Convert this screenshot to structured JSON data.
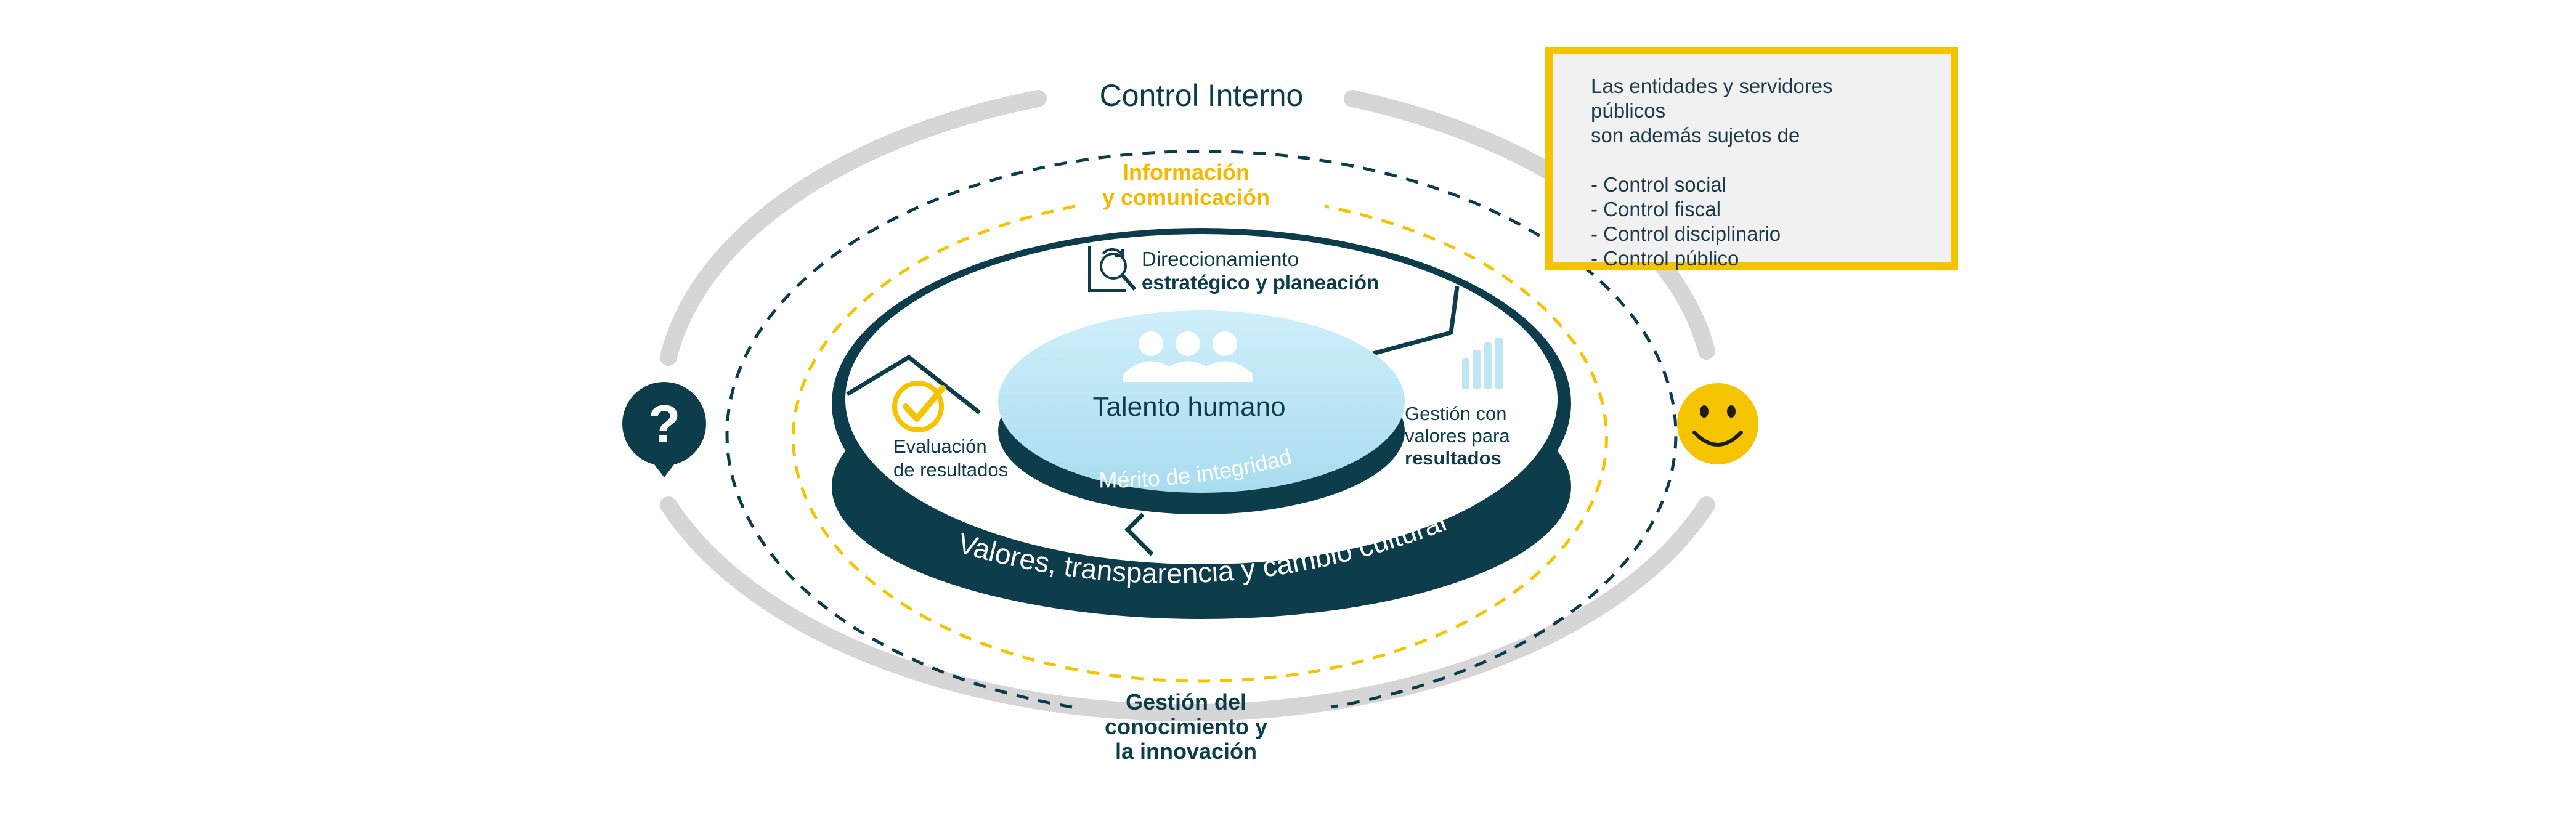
{
  "diagram": {
    "outer_title": "Control Interno",
    "info_label": [
      "Información",
      "y comunicación"
    ],
    "knowledge_label": [
      "Gestión del",
      "conocimiento y",
      "la innovación"
    ],
    "center_label": "Talento humano",
    "inner_ring_label": "Mérito de integridad",
    "outer_ring_label": "Valores, transparencia  y cambio cultural",
    "direccionamiento": {
      "line1": "Direccionamiento",
      "line2": "estratégico y planeación"
    },
    "evaluacion": {
      "line1": "Evaluación",
      "line2": "de resultados"
    },
    "gestion": {
      "line1": "Gestión con",
      "line2": "valores para",
      "line3": "resultados"
    },
    "question_mark": "?"
  },
  "note": {
    "intro_line1": "Las entidades y servidores públicos",
    "intro_line2": "son además sujetos de",
    "items": [
      "Control social",
      "Control fiscal",
      "Control disciplinario",
      "Control público"
    ]
  },
  "colors": {
    "dark_teal": "#0d3d4b",
    "yellow": "#f5c400",
    "light_blue": "#bfe6f5",
    "gray": "#d6d6d6",
    "dark_text": "#1d3a4a"
  },
  "icons": [
    "question-bubble-icon",
    "smiley-icon",
    "strategy-icon",
    "checkmark-icon",
    "bar-chart-icon",
    "people-icon"
  ]
}
